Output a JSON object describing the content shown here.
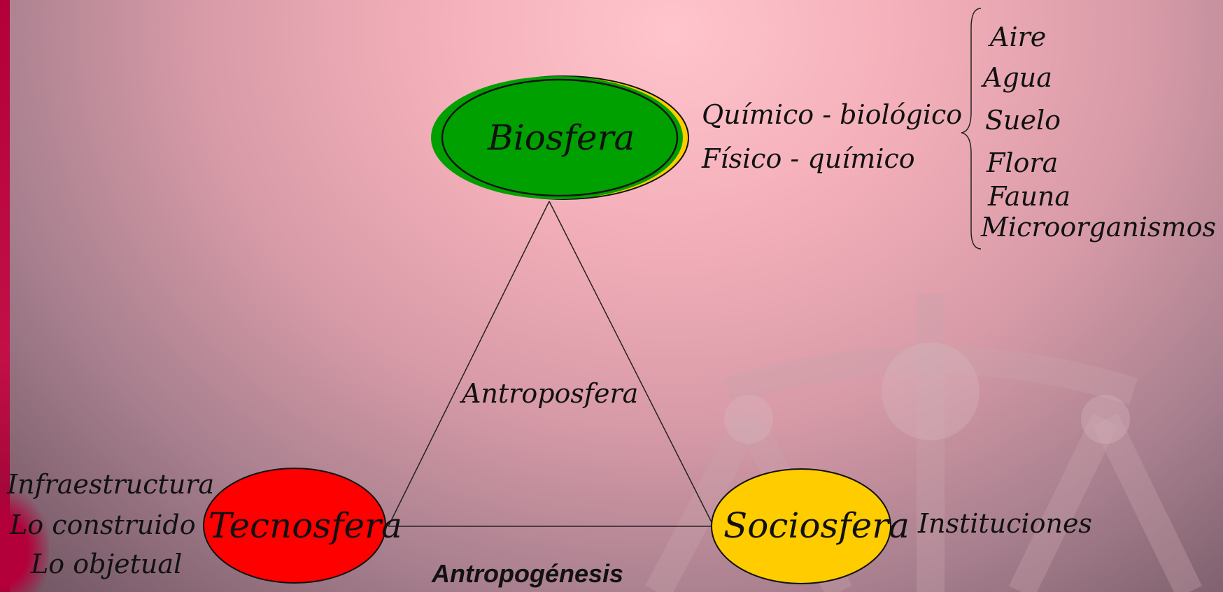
{
  "nodes": {
    "biosfera": "Biosfera",
    "tecnosfera": "Tecnosfera",
    "sociosfera": "Sociosfera"
  },
  "center_label": "Antroposfera",
  "bottom_label": "Antropogénesis",
  "biosfera_processes": [
    "Químico - biológico",
    "Físico - químico"
  ],
  "biosfera_components": [
    "Aire",
    "Agua",
    "Suelo",
    "Flora",
    "Fauna",
    "Microorganismos"
  ],
  "tecnosfera_items": [
    "Infraestructura",
    "Lo construido",
    "Lo objetual"
  ],
  "sociosfera_items": [
    "Instituciones"
  ],
  "colors": {
    "biosfera_fill": "#00a000",
    "biosfera_shadow": "#ffcc00",
    "tecnosfera_fill": "#ff0000",
    "sociosfera_fill": "#ffcc00",
    "left_bar": "#b3003a"
  }
}
